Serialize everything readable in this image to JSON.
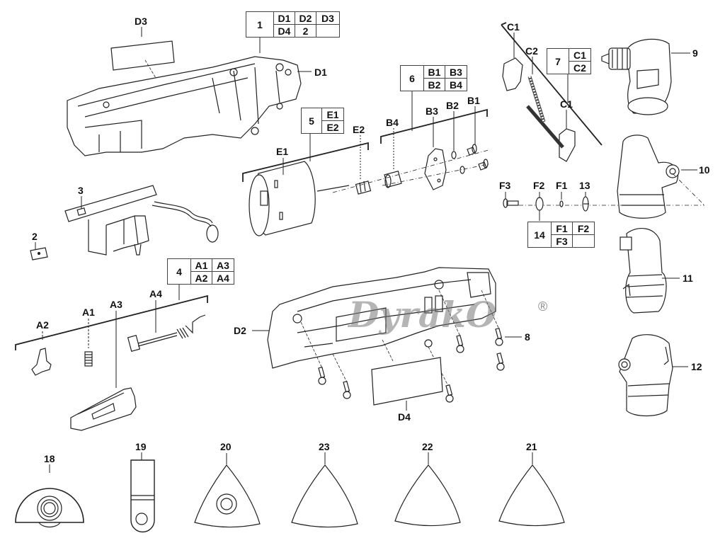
{
  "diagram": {
    "title": "Exploded parts diagram",
    "watermark": "DyrakO",
    "registered_mark": "®",
    "callouts": {
      "D3": "D3",
      "D1": "D1",
      "D2": "D2",
      "D4": "D4",
      "p2": "2",
      "p3": "3",
      "p8": "8",
      "p9": "9",
      "p10": "10",
      "p11": "11",
      "p12": "12",
      "p13": "13",
      "E1": "E1",
      "E2": "E2",
      "B1": "B1",
      "B2": "B2",
      "B3": "B3",
      "B4": "B4",
      "C1a": "C1",
      "C1b": "C1",
      "C2": "C2",
      "F1": "F1",
      "F2": "F2",
      "F3": "F3",
      "A1": "A1",
      "A2": "A2",
      "A3": "A3",
      "A4": "A4",
      "p18": "18",
      "p19": "19",
      "p20": "20",
      "p21": "21",
      "p22": "22",
      "p23": "23"
    },
    "kits": [
      {
        "id": "1",
        "cells": [
          "D1",
          "D2",
          "D3",
          "D4",
          "2",
          ""
        ]
      },
      {
        "id": "5",
        "cells": [
          "E1",
          "E2"
        ]
      },
      {
        "id": "6",
        "cells": [
          "B1",
          "B3",
          "B2",
          "B4"
        ]
      },
      {
        "id": "7",
        "cells": [
          "C1",
          "C2"
        ]
      },
      {
        "id": "14",
        "cells": [
          "F1",
          "F2",
          "F3",
          ""
        ]
      },
      {
        "id": "4",
        "cells": [
          "A1",
          "A3",
          "A2",
          "A4"
        ]
      }
    ]
  }
}
